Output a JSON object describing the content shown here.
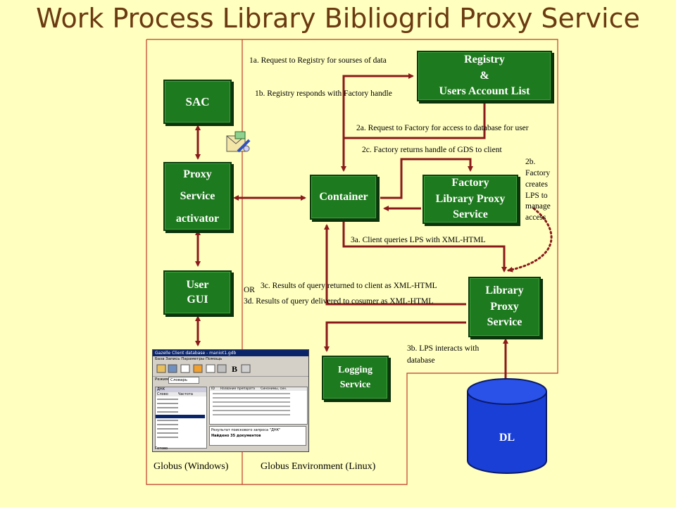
{
  "title": "Work Process Library Bibliogrid Proxy Service",
  "boxes": {
    "sac": [
      "SAC"
    ],
    "proxy_activator": [
      "Proxy",
      "Service",
      "activator"
    ],
    "user_gui": [
      "User",
      "GUI"
    ],
    "registry": [
      "Registry",
      "&",
      "Users Account List"
    ],
    "container": [
      "Container"
    ],
    "factory": [
      "Factory",
      "Library Proxy",
      "Service"
    ],
    "library_proxy": [
      "Library",
      "Proxy",
      "Service"
    ],
    "logging": [
      "Logging",
      "Service"
    ],
    "dl": "DL"
  },
  "labels": {
    "l1a": "1a. Request to Registry  for sourses of data",
    "l1b": "1b. Registry responds with Factory handle",
    "l2a": "2a. Request to Factory for  access to database for user",
    "l2c": "2c. Factory returns handle of GDS to client",
    "l2b": [
      "2b.",
      "Factory",
      "creates",
      "LPS to",
      "manage",
      "access"
    ],
    "l3a": "3a. Client queries LPS with XML-HTML",
    "or": "OR",
    "l3c": "3c. Results of query returned to client as XML-HTML",
    "l3d": "3d. Results of query delivered to cosumer as XML-HTML",
    "l3b": [
      "3b. LPS interacts with",
      "database"
    ]
  },
  "regions": {
    "windows": "Globus (Windows)",
    "linux": "Globus Environment (Linux)"
  },
  "screenshot": {
    "window_title": "Gazelle Client database - maniot1.gdb",
    "menu": "Базa  Запись  Параметры  Помощь",
    "mode_label": "Режим:",
    "mode_value": "Словарь",
    "search_value": "ДНК",
    "left_header": [
      "Слово",
      "Частота"
    ],
    "right_header": [
      "ID",
      "Название препарата",
      "Синонимы, син."
    ],
    "result_text": "Результат поискового запроса \"ДНК\"",
    "found_text": "Найдено 35 документов",
    "status": "Готово"
  },
  "colors": {
    "background": "#ffffc0",
    "box_fill": "#1e7a1e",
    "arrow": "#8b1a1a",
    "title": "#6b3a10",
    "cylinder": "#1a3fd6"
  }
}
